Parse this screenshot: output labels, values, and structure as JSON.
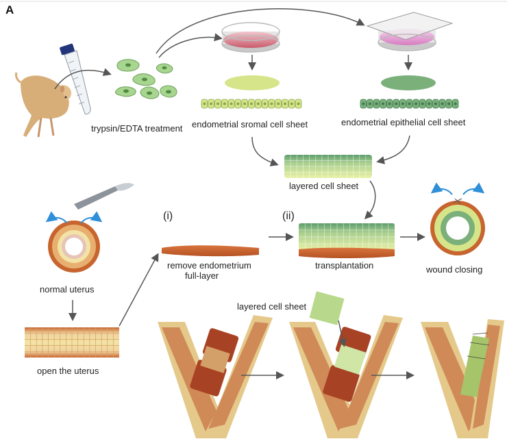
{
  "panel_label": "A",
  "steps": {
    "i": "(i)",
    "ii": "(ii)"
  },
  "labels": {
    "trypsin": "trypsin/EDTA treatment",
    "stromal": "endometrial sromal cell sheet",
    "epithelial": "endometrial epithelial cell sheet",
    "layered": "layered cell sheet",
    "normal_uterus": "normal uterus",
    "open_uterus": "open the uterus",
    "remove_line1": "remove endometrium",
    "remove_line2": "full-layer",
    "transplantation": "transplantation",
    "wound_closing": "wound closing",
    "layered_bottom": "layered cell sheet"
  },
  "colors": {
    "stromal": "#d6e58a",
    "epithelial": "#7bb07b",
    "muscle": "#c8652e",
    "tissue": "#d49a6a",
    "arrow": "#555555",
    "blue_arrow": "#2f8fd8"
  }
}
